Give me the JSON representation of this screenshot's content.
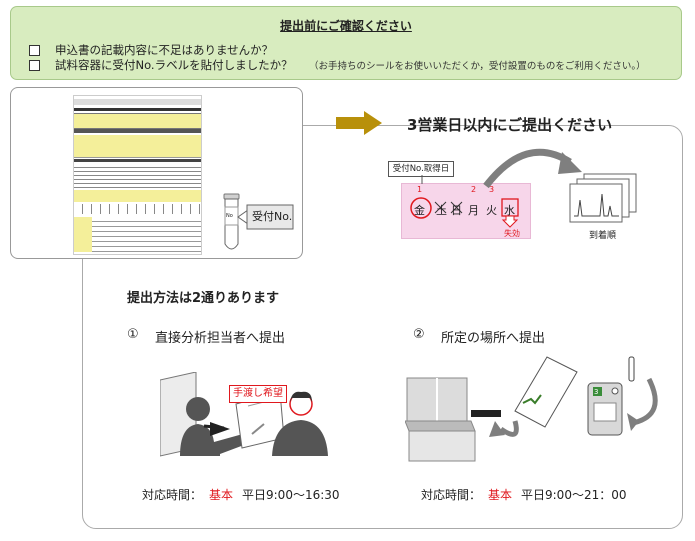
{
  "confirm": {
    "title": "提出前にご確認ください",
    "item1": "申込書の記載内容に不足はありませんか？",
    "item2": "試料容器に受付No.ラベルを貼付しましたか？",
    "item2_note": "（お手持ちのシールをお使いいただくか，受付設置のものをご利用ください。）"
  },
  "form": {
    "tube_label": "受付No.",
    "no_label": "No"
  },
  "deadline": {
    "title": "3営業日以内にご提出ください",
    "receipt_label": "受付No.取得日",
    "days": [
      "金",
      "土",
      "日",
      "月",
      "火",
      "水"
    ],
    "day_numbers": [
      "1",
      "2",
      "3"
    ],
    "expired": "失効",
    "arrival_order": "到着順"
  },
  "methods": {
    "title": "提出方法は2通りあります",
    "method1": {
      "number": "①",
      "label": "直接分析担当者へ提出",
      "speech": "手渡し希望",
      "hours_label": "対応時間：",
      "hours_basic": "基本",
      "hours_time": "平日9:00～16:30"
    },
    "method2": {
      "number": "②",
      "label": "所定の場所へ提出",
      "box_number": "3",
      "hours_label": "対応時間：",
      "hours_basic": "基本",
      "hours_time": "平日9:00～21：00"
    }
  },
  "colors": {
    "header_bg": "#d8ecbf",
    "accent_red": "#e0181e",
    "arrow_gold": "#b8900a",
    "calendar_bg": "#f7d6ea"
  }
}
